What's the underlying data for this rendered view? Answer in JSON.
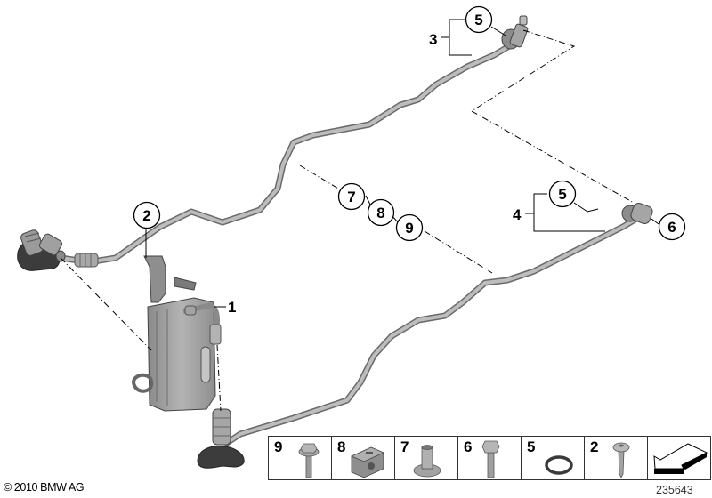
{
  "diagram": {
    "type": "parts-exploded-view",
    "subject": "Oil cooler and oil cooler lines",
    "callouts": [
      {
        "id": "c1",
        "label": "1",
        "style": "leader"
      },
      {
        "id": "c2",
        "label": "2",
        "style": "circle"
      },
      {
        "id": "c3",
        "label": "3",
        "style": "bracket"
      },
      {
        "id": "c4",
        "label": "4",
        "style": "bracket"
      },
      {
        "id": "c5a",
        "label": "5",
        "style": "circle"
      },
      {
        "id": "c5b",
        "label": "5",
        "style": "circle"
      },
      {
        "id": "c6",
        "label": "6",
        "style": "circle"
      },
      {
        "id": "c7",
        "label": "7",
        "style": "circle"
      },
      {
        "id": "c8",
        "label": "8",
        "style": "circle"
      },
      {
        "id": "c9",
        "label": "9",
        "style": "circle"
      }
    ]
  },
  "parts_table": {
    "cells": [
      {
        "number": "9",
        "icon": "flange-bolt-icon"
      },
      {
        "number": "8",
        "icon": "pipe-clamp-icon"
      },
      {
        "number": "7",
        "icon": "flange-nut-icon"
      },
      {
        "number": "6",
        "icon": "hex-bolt-icon"
      },
      {
        "number": "5",
        "icon": "o-ring-icon"
      },
      {
        "number": "2",
        "icon": "torx-screw-icon"
      },
      {
        "number": "",
        "icon": "arrow-reference-icon"
      }
    ]
  },
  "footer": {
    "copyright": "© 2010 BMW AG",
    "diagram_id": "235643"
  },
  "colors": {
    "line": "#000000",
    "part_gray": "#9a9a9a",
    "part_dark": "#4a4a4a",
    "hose_black": "#3a3a3a"
  }
}
